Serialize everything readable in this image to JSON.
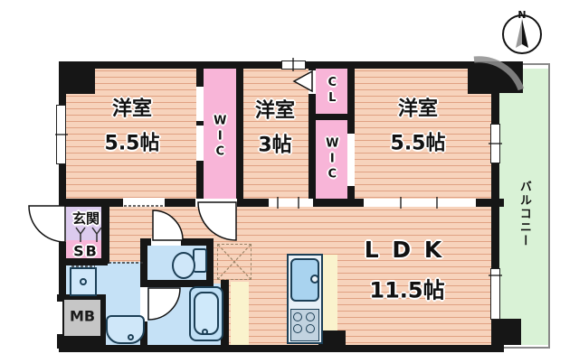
{
  "compass": {
    "north_label": "N"
  },
  "floor_plan": {
    "bedrooms": [
      {
        "id": "bedroom-left",
        "name": "洋室",
        "size": "5.5帖"
      },
      {
        "id": "bedroom-middle",
        "name": "洋室",
        "size": "3帖"
      },
      {
        "id": "bedroom-right",
        "name": "洋室",
        "size": "5.5帖"
      }
    ],
    "living": {
      "name": "L D K",
      "size": "11.5帖"
    },
    "storage": {
      "wic_left": "WIC",
      "closet": "CL",
      "wic_right": "WIC"
    },
    "entrance": {
      "label": "玄関"
    },
    "shoe_box": {
      "label": "SB"
    },
    "meter_box": {
      "label": "MB"
    },
    "balcony": {
      "label": "バルコニー"
    }
  },
  "colors": {
    "wall": "#161616",
    "floor_stripe_light": "#f7d3bc",
    "floor_stripe_dark": "#e0a182",
    "closet_pink": "#f8b5d8",
    "entrance_lavender": "#dccbee",
    "wet_area_blue": "#c5e1f6",
    "fixture_blue": "#a9d3ef",
    "balcony_green": "#d9f2d6",
    "counter_cream": "#faf3cd",
    "meter_box_gray": "#c6c6c6"
  }
}
